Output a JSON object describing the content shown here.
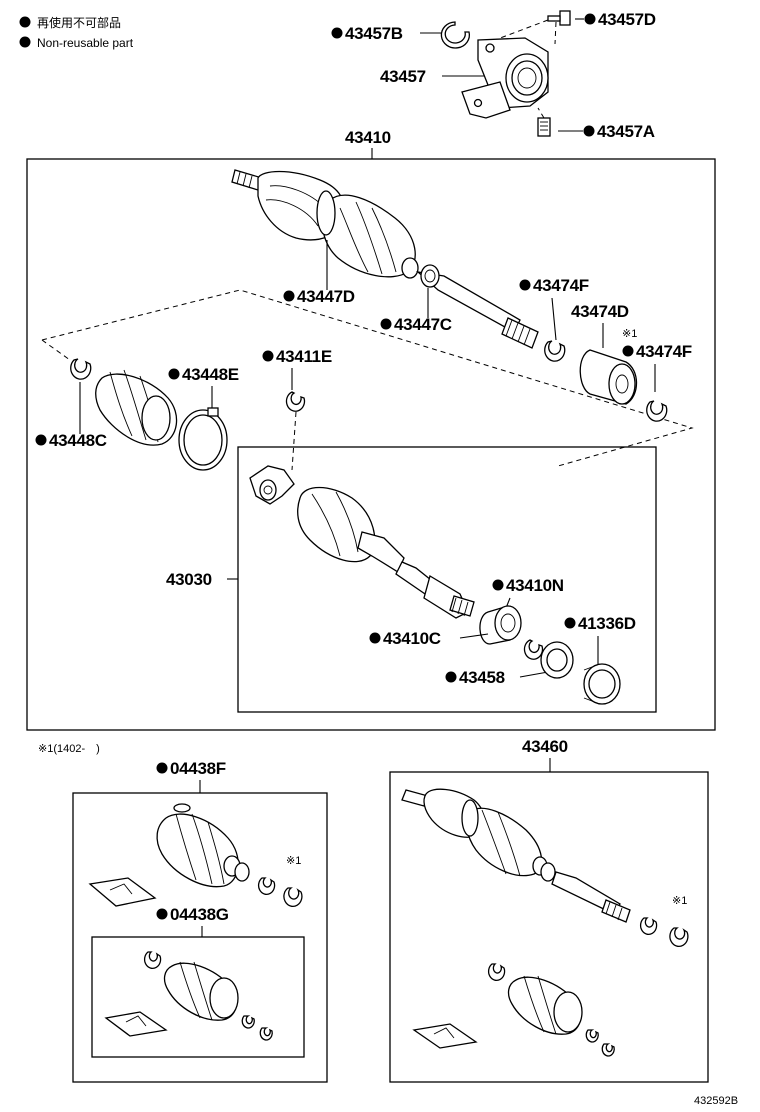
{
  "legend": {
    "reuse_jp": "再使用不可部品",
    "reuse_en": "Non-reusable part"
  },
  "note": {
    "mark": "※1",
    "text": "※1(1402-　)"
  },
  "parts": {
    "p43457B": "43457B",
    "p43457D": "43457D",
    "p43457": "43457",
    "p43457A": "43457A",
    "p43410": "43410",
    "p43447D": "43447D",
    "p43447C": "43447C",
    "p43474F_a": "43474F",
    "p43474D": "43474D",
    "p43474F_b": "43474F",
    "p43411E": "43411E",
    "p43448E": "43448E",
    "p43448C": "43448C",
    "p43030": "43030",
    "p43410N": "43410N",
    "p43410C": "43410C",
    "p41336D": "41336D",
    "p43458": "43458",
    "p04438F": "04438F",
    "p04438G": "04438G",
    "p43460": "43460"
  },
  "footer": {
    "ref": "432592B"
  }
}
